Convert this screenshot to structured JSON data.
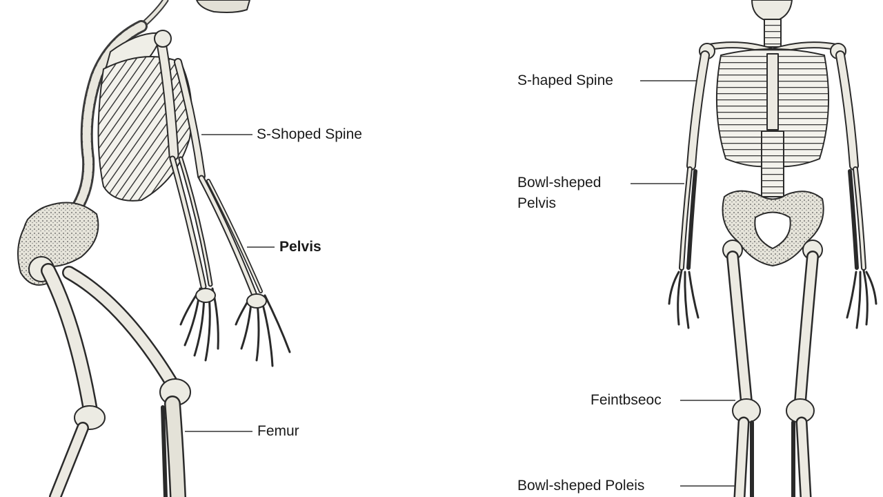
{
  "colors": {
    "bone": "#ecebe3",
    "outline": "#2a2a2a",
    "shade": "#b9b8ae",
    "leader": "#333333",
    "text": "#1a1a1a"
  },
  "left_figure": {
    "labels": {
      "spine": "S-Shoped Spine",
      "pelvis": "Pelvis",
      "femur": "Femur"
    }
  },
  "right_figure": {
    "labels": {
      "spine": "S-haped Spine",
      "pelvis_line1": "Bowl-sheped",
      "pelvis_line2": "Pelvis",
      "knee": "Feintbseoc",
      "lower": "Bowl-sheped Poleis"
    }
  }
}
